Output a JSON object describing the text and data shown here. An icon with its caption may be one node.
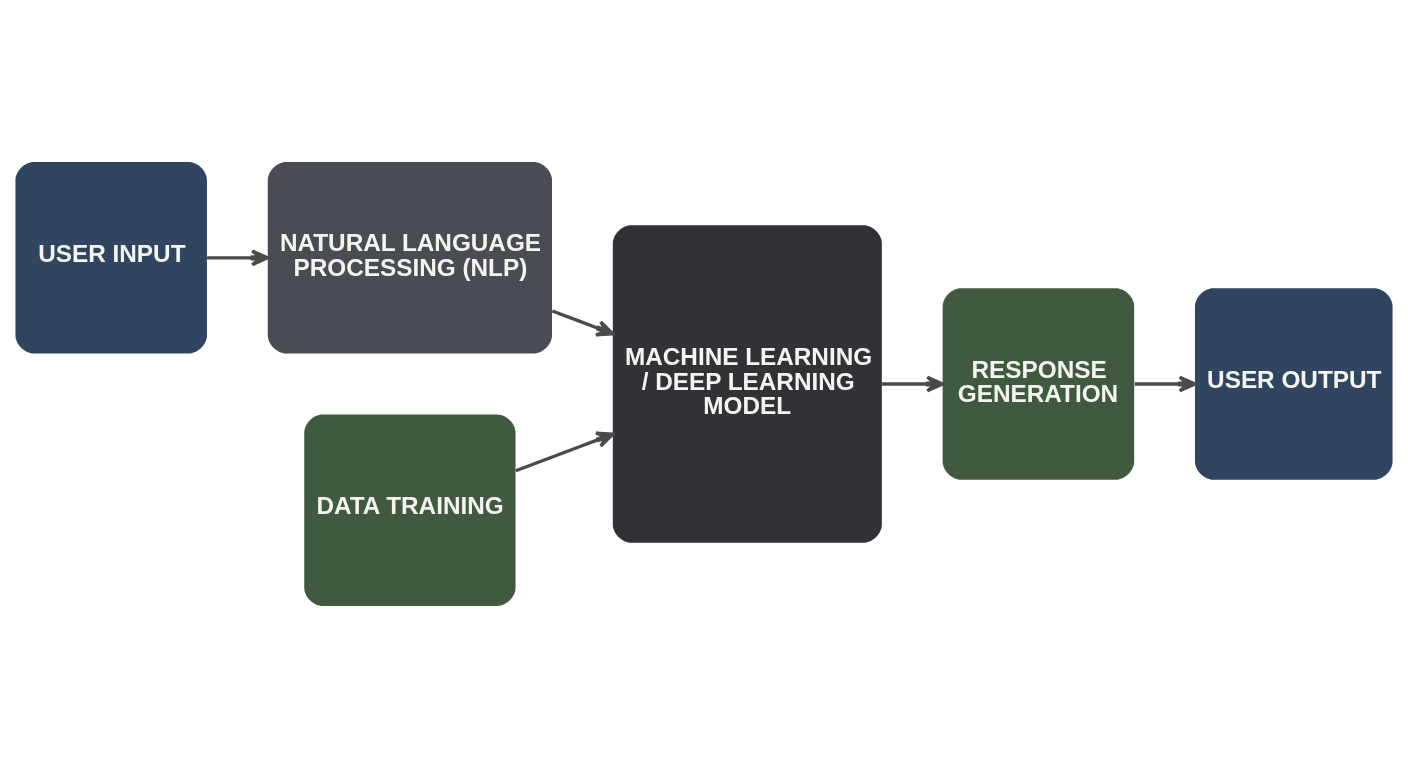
{
  "diagram": {
    "nodes": [
      {
        "text": [
          "USER INPUT"
        ]
      },
      {
        "text": [
          "NATURAL LANGUAGE PROCESSING (NLP)"
        ]
      },
      {
        "text": [
          "DATA TRAINING"
        ]
      },
      {
        "text": [
          "MACHINE LEARNING / DEEP LEARNING MODEL"
        ]
      },
      {
        "text": [
          "RESPONSE GENERATION"
        ]
      },
      {
        "text": [
          "USER OUTPUT"
        ]
      }
    ],
    "edges": [
      {
        "from": 0,
        "to": 1,
        "arrow": "to"
      },
      {
        "from": 1,
        "to": 3,
        "arrow": "to"
      },
      {
        "from": 2,
        "to": 3,
        "arrow": "to"
      },
      {
        "from": 3,
        "to": 4,
        "arrow": "to"
      },
      {
        "from": 4,
        "to": 5,
        "arrow": "to"
      }
    ]
  }
}
